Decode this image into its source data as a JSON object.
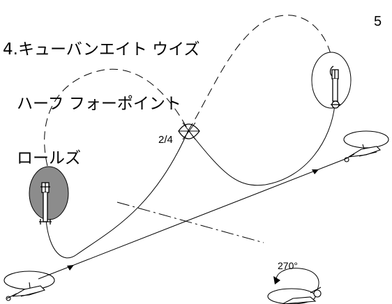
{
  "title": {
    "line1": "4.キューバンエイト ウイズ",
    "line2": "ハーフ フォーポイント",
    "line3": "ロールズ"
  },
  "page_number": "5",
  "labels": {
    "roll_fraction": "2/4",
    "rotation_angle": "270°"
  },
  "colors": {
    "stroke": "#000000",
    "shaded_disc": "#8c8c8c",
    "background": "#ffffff"
  }
}
